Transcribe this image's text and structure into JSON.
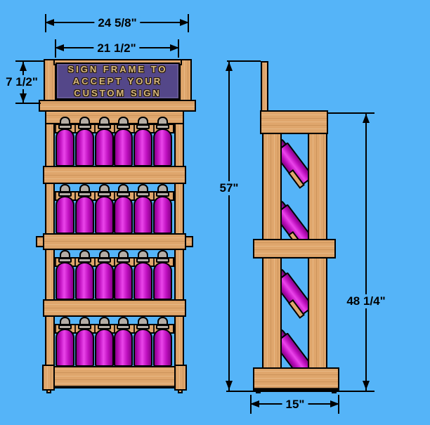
{
  "diagram": {
    "sign": {
      "lines": [
        "SIGN FRAME TO",
        "ACCEPT YOUR",
        "CUSTOM SIGN"
      ]
    },
    "dims": {
      "overall_width": "24 5/8\"",
      "sign_width": "21 1/2\"",
      "sign_height": "7 1/2\"",
      "overall_height": "57\"",
      "rack_height": "48 1/4\"",
      "base_depth": "15\""
    },
    "front": {
      "rows": 4,
      "bottles_per_row": 6
    },
    "side": {
      "bottles": 4
    },
    "colors": {
      "sky": "#55b4f8",
      "wood": "#dfa66c",
      "sign_bg": "#544789",
      "sign_text": "#d8b880",
      "bottle": "#c011c1",
      "bottle_mid": "#ea45ea",
      "bottle_edge": "#8a008a",
      "cap": "#b5aea6",
      "line": "#000000"
    }
  }
}
